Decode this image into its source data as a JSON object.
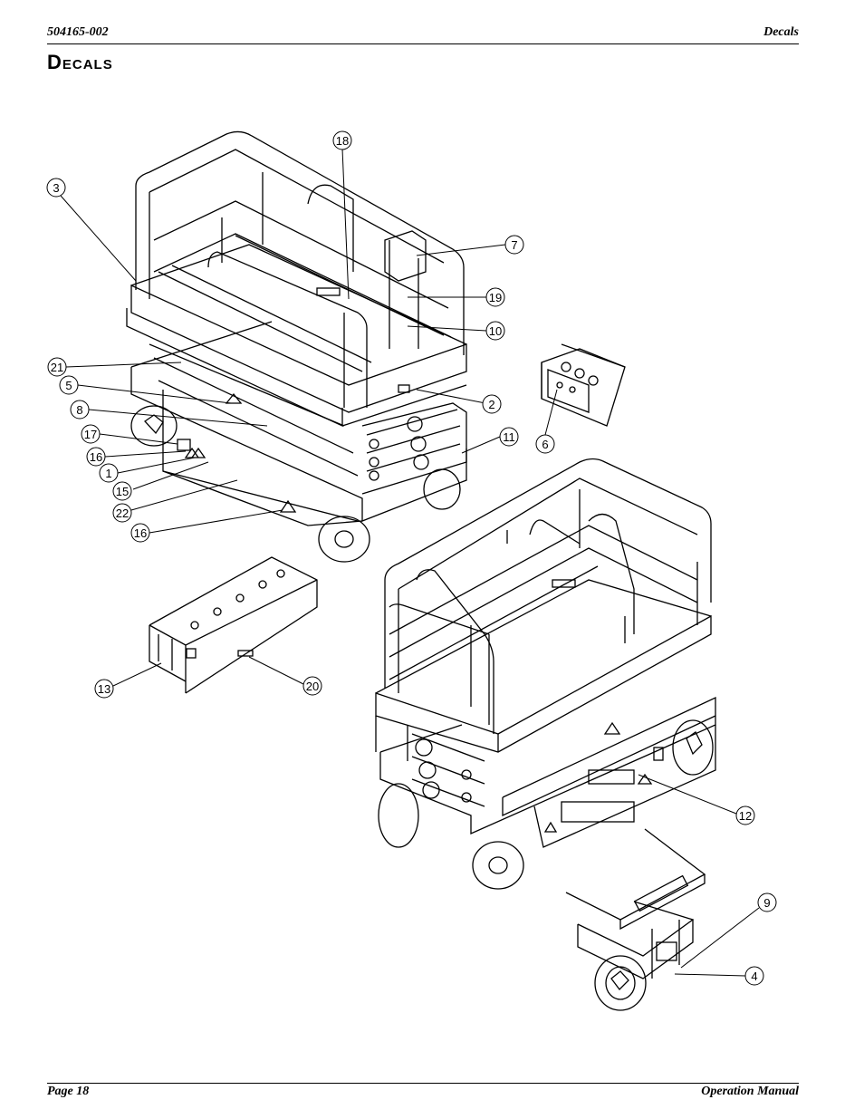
{
  "header": {
    "doc_number": "504165-002",
    "section": "Decals"
  },
  "page_title": "Decals",
  "footer": {
    "page": "Page 18",
    "manual": "Operation Manual"
  },
  "callouts": [
    "3",
    "18",
    "7",
    "19",
    "10",
    "21",
    "5",
    "2",
    "8",
    "17",
    "11",
    "16",
    "1",
    "15",
    "22",
    "16",
    "6",
    "13",
    "20",
    "12",
    "9",
    "4"
  ]
}
